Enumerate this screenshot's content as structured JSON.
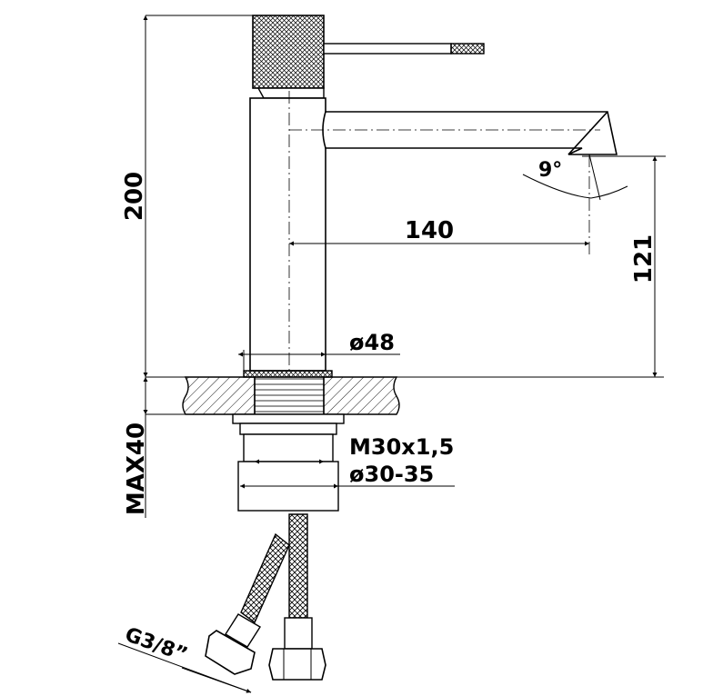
{
  "dimensions": {
    "height_total": "200",
    "spout_reach": "140",
    "spout_height": "121",
    "base_diameter": "ø48",
    "spout_angle": "9°",
    "max_thickness": "MAX40",
    "thread": "M30x1,5",
    "hole_diameter": "ø30-35",
    "hose_connection": "G3/8”"
  }
}
